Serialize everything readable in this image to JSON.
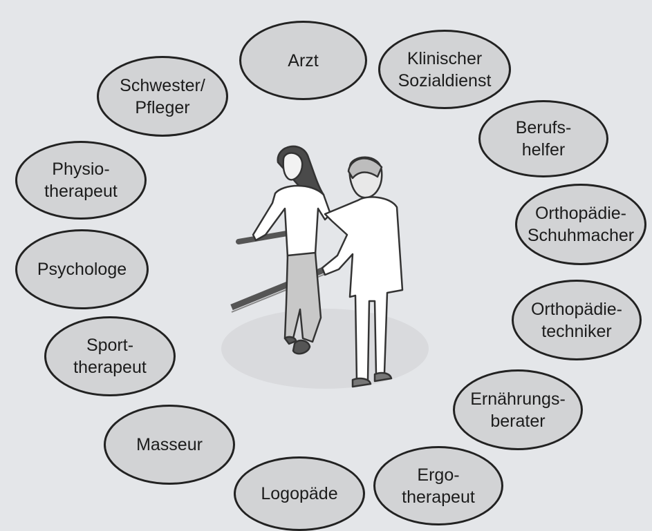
{
  "roles": {
    "arzt": "Arzt",
    "sozialdienst": "Klinischer\nSozialdienst",
    "berufshelfer": "Berufs-\nhelfer",
    "schuhmacher": "Orthopädie-\nSchuhmacher",
    "orthopaedietechniker": "Orthopädie-\ntechniker",
    "ernaehrungsberater": "Ernährungs-\nberater",
    "ergotherapeut": "Ergo-\ntherapeut",
    "logopaede": "Logopäde",
    "masseur": "Masseur",
    "sporttherapeut": "Sport-\ntherapeut",
    "psychologe": "Psychologe",
    "physiotherapeut": "Physio-\ntherapeut",
    "schwester": "Schwester/\nPfleger"
  },
  "colors": {
    "background": "#e4e6e9",
    "node_fill": "#d2d3d5",
    "node_border": "#222222",
    "text": "#1c1c1c"
  },
  "center_illustration": "patient-with-therapist-at-parallel-bars"
}
